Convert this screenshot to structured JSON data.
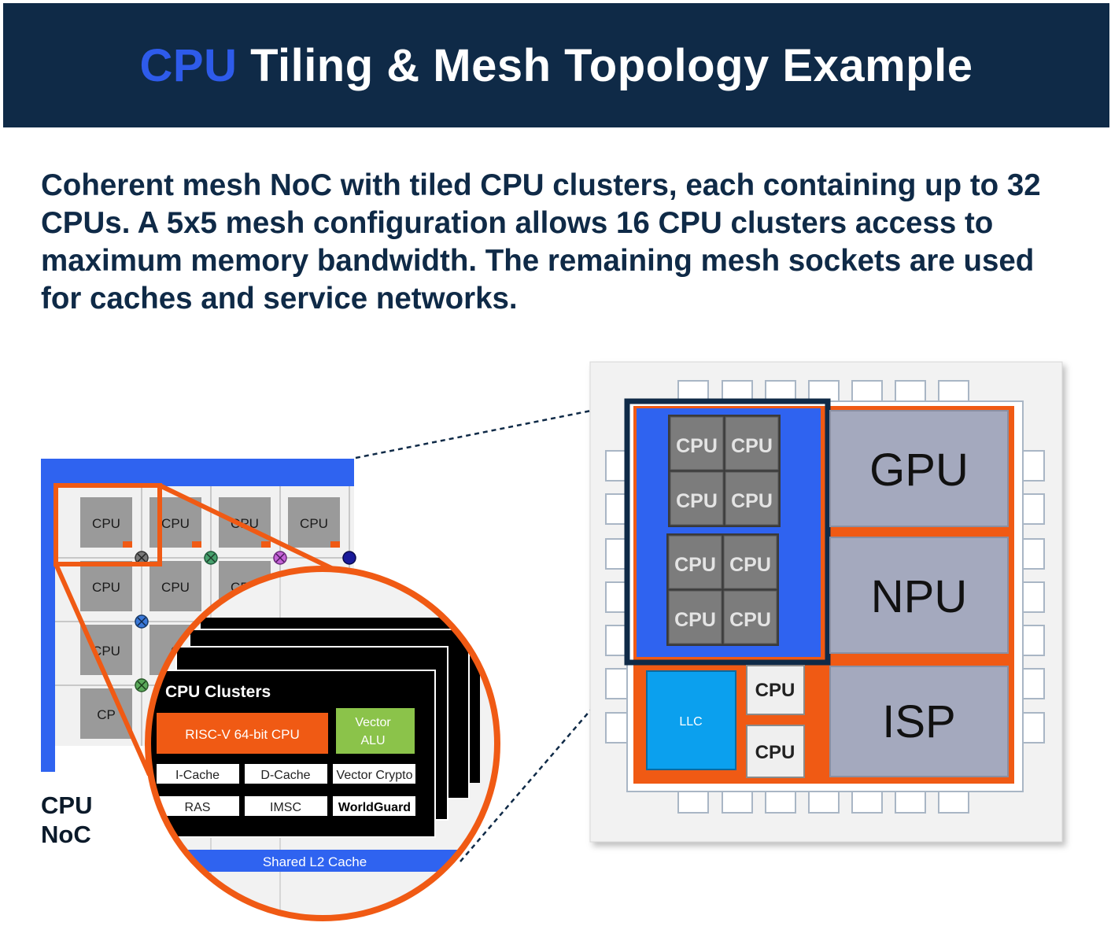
{
  "title": {
    "accent": "CPU",
    "rest": " Tiling & Mesh Topology Example"
  },
  "description": "Coherent mesh NoC with tiled CPU clusters, each containing up to 32 CPUs. A 5x5 mesh configuration allows 16 CPU clusters access to maximum memory bandwidth. The remaining mesh sockets are used for caches and service networks.",
  "noc_label": {
    "line1": "CPU",
    "line2": "NoC"
  },
  "mesh": {
    "tile_label": "CPU",
    "row_labels": [
      [
        "CPU",
        "CPU",
        "CPU",
        "CPU"
      ],
      [
        "CPU",
        "CPU",
        "CPU"
      ],
      [
        "CPU",
        "C"
      ],
      [
        "CP"
      ]
    ]
  },
  "cluster_detail": {
    "title": "CPU Clusters",
    "cpu_block": "RISC-V 64-bit CPU",
    "vector_alu": [
      "Vector",
      "ALU"
    ],
    "blocks_row1": [
      "I-Cache",
      "D-Cache",
      "Vector Crypto"
    ],
    "blocks_row2": [
      "RAS",
      "IMSC",
      "WorldGuard"
    ],
    "shared_cache": "Shared L2 Cache"
  },
  "soc": {
    "cpu_label": "CPU",
    "gpu": "GPU",
    "npu": "NPU",
    "isp": "ISP",
    "llc": "LLC"
  },
  "colors": {
    "header_bg": "#0f2a47",
    "accent_blue": "#2e5bea",
    "orange": "#f05a14",
    "mesh_blue": "#2f63f0",
    "llc_blue": "#0ba0ee",
    "vector_green": "#8bc34a"
  }
}
